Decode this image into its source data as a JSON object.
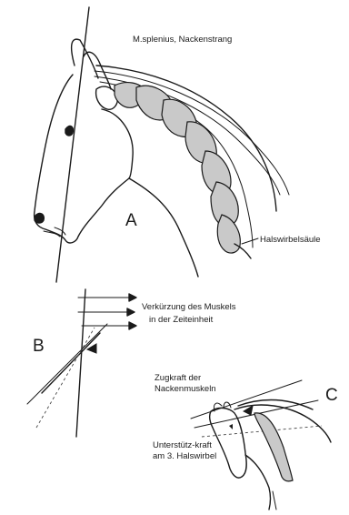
{
  "panel_labels": {
    "a": "A",
    "b": "B",
    "c": "C"
  },
  "labels": {
    "splenius": "M.splenius, Nackenstrang",
    "halswirbelsaeule": "Halswirbelsäule",
    "verkuerzung_1": "Verkürzung des Muskels",
    "verkuerzung_2": "in der Zeiteinheit",
    "zugkraft_1": "Zugkraft der",
    "zugkraft_2": "Nackenmuskeln",
    "unterstuetz_1": "Unterstütz-kraft",
    "unterstuetz_2": "am 3. Halswirbel"
  },
  "colors": {
    "ink": "#1a1a1a",
    "vertebra_fill": "#c9c9c9"
  }
}
